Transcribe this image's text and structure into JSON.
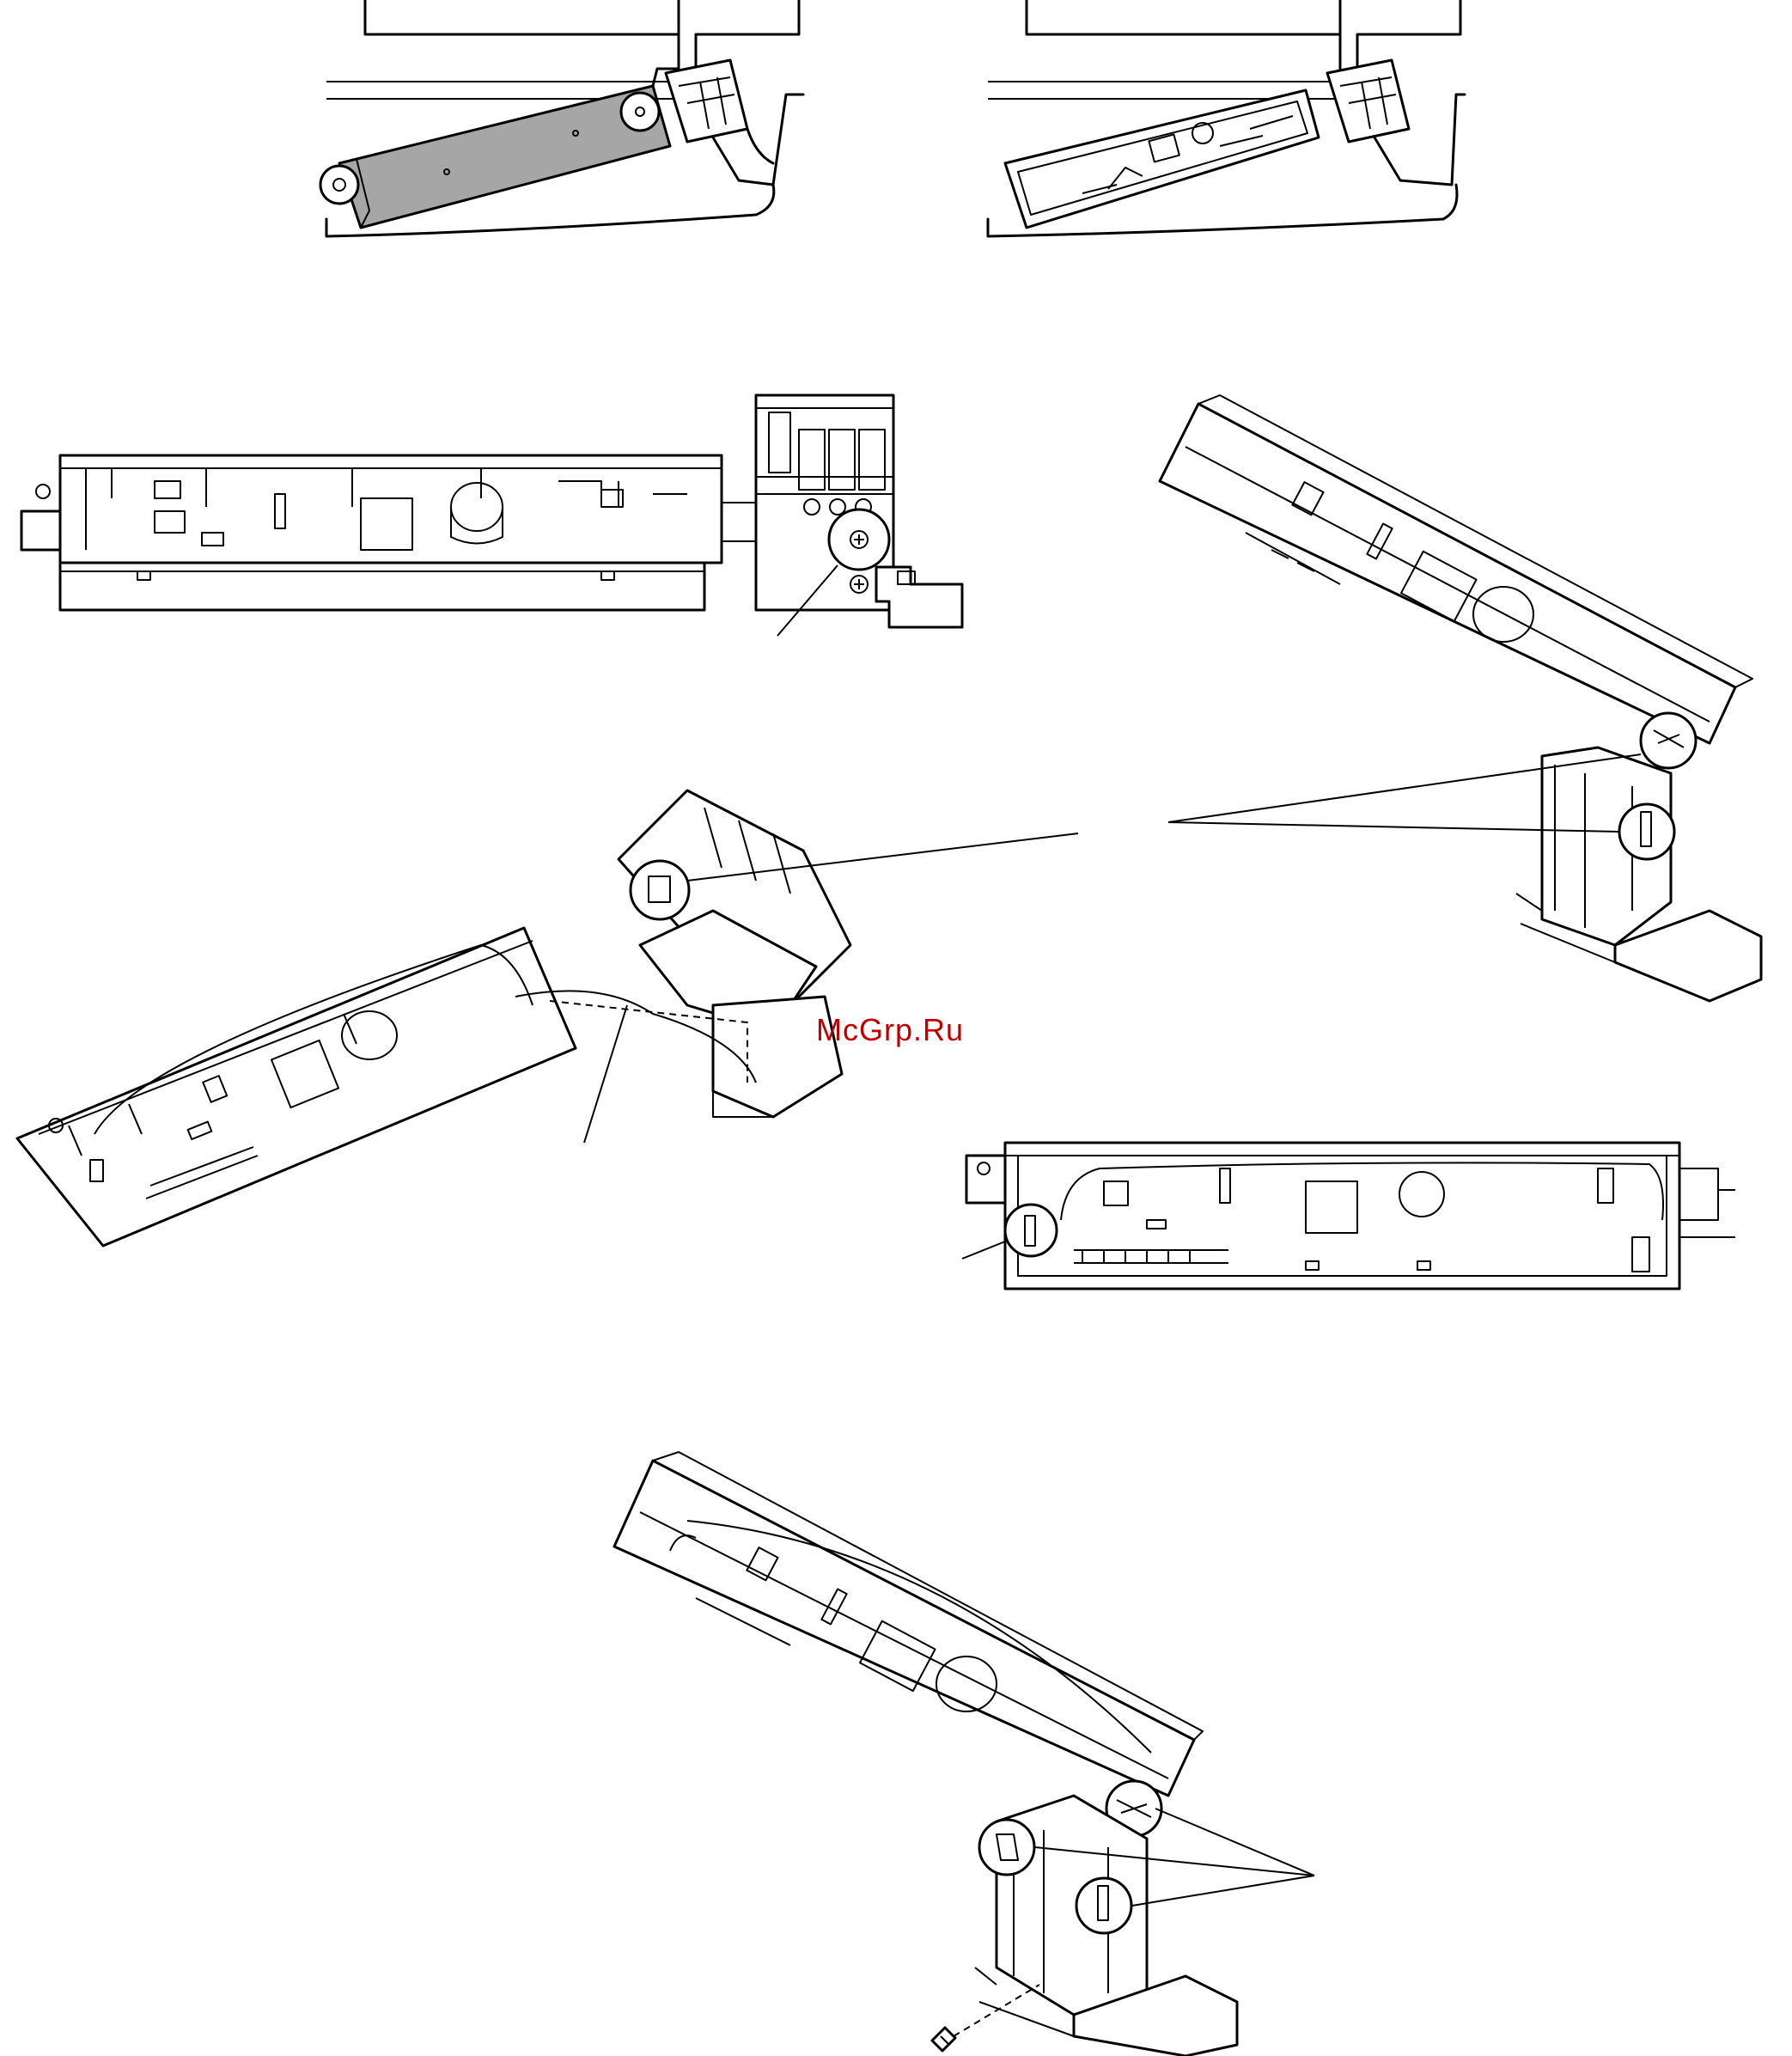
{
  "watermark": {
    "text": "McGrp.Ru",
    "color": "#c00000"
  },
  "colors": {
    "line": "#000000",
    "cover_fill": "#a6a6a6",
    "background": "#ffffff"
  },
  "figures": [
    {
      "id": "fig1",
      "description_icon": "control-box-cover-icon"
    },
    {
      "id": "fig2",
      "description_icon": "open-control-box-icon"
    },
    {
      "id": "fig3",
      "description_icon": "control-box-side-view-icon"
    },
    {
      "id": "fig4",
      "description_icon": "control-box-tilted-icon"
    },
    {
      "id": "fig5",
      "description_icon": "control-box-wiring-icon"
    },
    {
      "id": "fig6",
      "description_icon": "control-box-front-icon"
    },
    {
      "id": "fig7",
      "description_icon": "control-box-removal-icon"
    }
  ]
}
